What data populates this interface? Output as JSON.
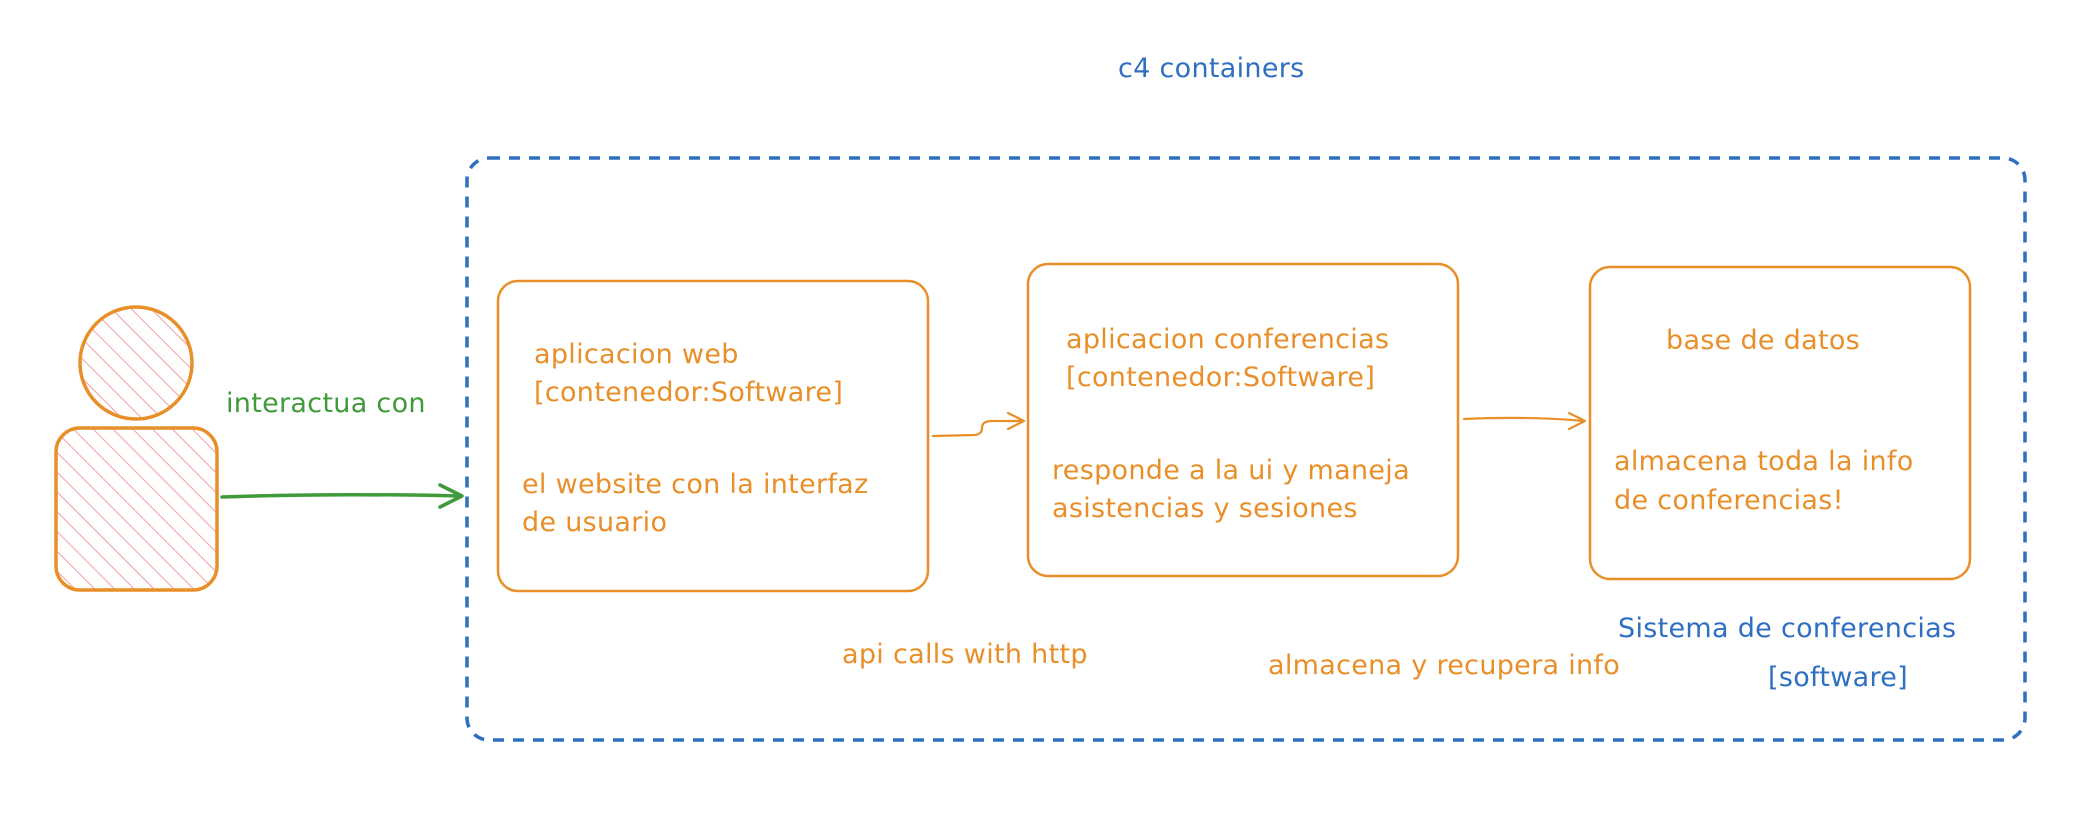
{
  "diagram": {
    "title": "c4 containers",
    "colors": {
      "boundary": "#2f6fc1",
      "container": "#e88f2a",
      "actor_fill": "#f4a6a6",
      "interaction": "#3f9a3a"
    },
    "actor": {
      "icon": "person-icon"
    },
    "actor_edge_label": "interactua con",
    "system": {
      "name": "Sistema de conferencias",
      "type": "[software]"
    },
    "containers": [
      {
        "name": "aplicacion web",
        "type": "[contenedor:Software]",
        "description_line1": "el website con la interfaz",
        "description_line2": "de usuario"
      },
      {
        "name": "aplicacion conferencias",
        "type": "[contenedor:Software]",
        "description_line1": "responde a la ui y maneja",
        "description_line2": "asistencias y sesiones"
      },
      {
        "name": "base de datos",
        "description_line1": "almacena toda la info",
        "description_line2": "de conferencias!"
      }
    ],
    "relations": [
      {
        "label": "api calls with http"
      },
      {
        "label": "almacena y recupera info"
      }
    ]
  }
}
